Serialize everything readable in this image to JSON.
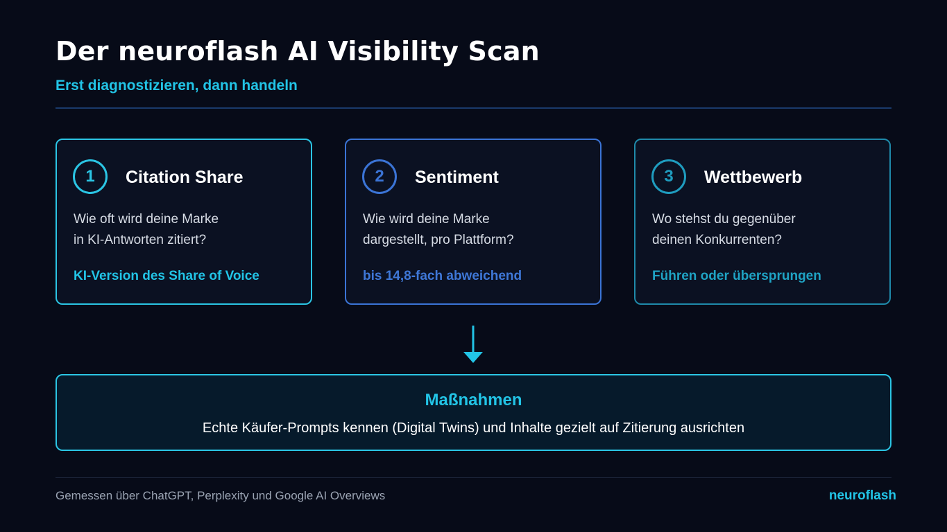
{
  "header": {
    "title": "Der neuroflash AI Visibility Scan",
    "subtitle": "Erst diagnostizieren, dann handeln"
  },
  "cards": [
    {
      "number": "1",
      "title": "Citation Share",
      "description": [
        "Wie oft wird deine Marke",
        "in KI-Antworten zitiert?"
      ],
      "highlight": "KI-Version des Share of Voice"
    },
    {
      "number": "2",
      "title": "Sentiment",
      "description": [
        "Wie wird deine Marke",
        "dargestellt, pro Plattform?"
      ],
      "highlight": "bis 14,8-fach abweichend"
    },
    {
      "number": "3",
      "title": "Wettbewerb",
      "description": [
        "Wo stehst du gegenüber",
        "deinen Konkurrenten?"
      ],
      "highlight": "Führen oder übersprungen"
    }
  ],
  "measures": {
    "title": "Maßnahmen",
    "text": "Echte Käufer-Prompts kennen (Digital Twins) und Inhalte gezielt auf Zitierung ausrichten"
  },
  "footer": {
    "note": "Gemessen über ChatGPT, Perplexity und Google AI Overviews",
    "brand": "neuroflash"
  },
  "colors": {
    "background": "#070b18",
    "accent": "#22c4e6",
    "accent_blue": "#3b74d6",
    "accent_teal": "#1f9cbf"
  },
  "icons": {
    "flow_arrow": "arrow-down-icon"
  }
}
